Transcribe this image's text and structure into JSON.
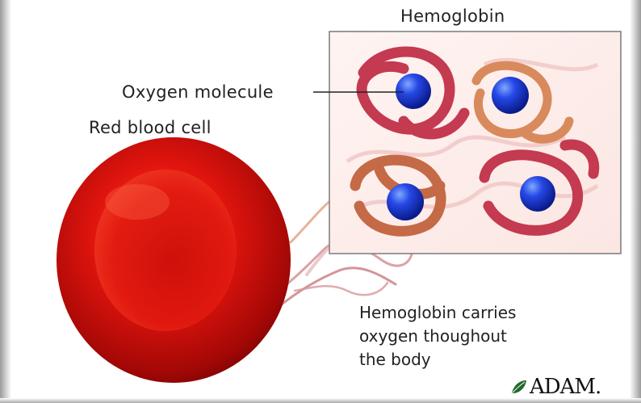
{
  "labels": {
    "hemoglobin": "Hemoglobin",
    "oxygen_molecule": "Oxygen molecule",
    "red_blood_cell": "Red blood cell"
  },
  "caption": {
    "line1": "Hemoglobin carries",
    "line2": "oxygen thoughout",
    "line3": "the body"
  },
  "logo": {
    "text": "ADAM."
  },
  "colors": {
    "cell_red": "#d8100c",
    "ribbon_red": "#c43a50",
    "ribbon_orange": "#d98a5c",
    "oxygen_blue": "#1a3fd8"
  }
}
